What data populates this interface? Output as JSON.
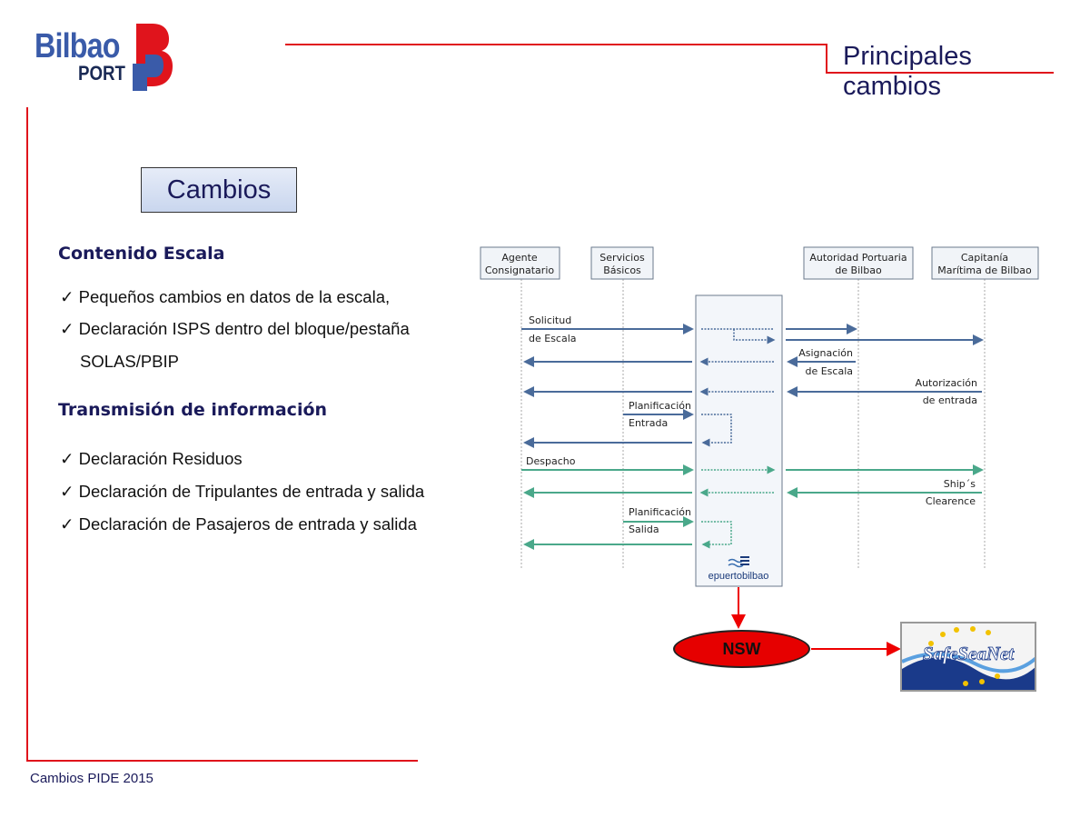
{
  "logo": {
    "line1": "Bilbao",
    "line2": "PORT",
    "mark": "B"
  },
  "header": {
    "title_line1": "Principales",
    "title_line2": "cambios"
  },
  "section_button": "Cambios",
  "content": {
    "heading1": "Contenido Escala",
    "items1": [
      "Pequeños cambios en datos de la escala,",
      "Declaración ISPS dentro del bloque/pestaña",
      "SOLAS/PBIP"
    ],
    "heading2": "Transmisión de información",
    "items2": [
      "Declaración Residuos",
      "Declaración de Tripulantes de entrada y salida",
      "Declaración de Pasajeros de entrada y salida"
    ],
    "check": "✓"
  },
  "diagram": {
    "actors": [
      {
        "l1": "Agente",
        "l2": "Consignatario"
      },
      {
        "l1": "Servicios",
        "l2": "Básicos"
      },
      {
        "l1": "Autoridad Portuaria",
        "l2": "de Bilbao"
      },
      {
        "l1": "Capitanía",
        "l2": "Marítima de Bilbao"
      }
    ],
    "labels": {
      "solicitud1": "Solicitud",
      "solicitud2": "de Escala",
      "asign1": "Asignación",
      "asign2": "de Escala",
      "autor1": "Autorización",
      "autor2": "de entrada",
      "plan_e1": "Planificación",
      "plan_e2": "Entrada",
      "despacho": "Despacho",
      "ships1": "Ship´s",
      "ships2": "Clearence",
      "plan_s1": "Planificación",
      "plan_s2": "Salida"
    },
    "hub": "epuertobilbao",
    "colors": {
      "blue": "#4a6b9a",
      "green": "#4aa88a"
    }
  },
  "nsw": "NSW",
  "safeseanet": "SafeSeaNet",
  "footer": "Cambios PIDE 2015"
}
